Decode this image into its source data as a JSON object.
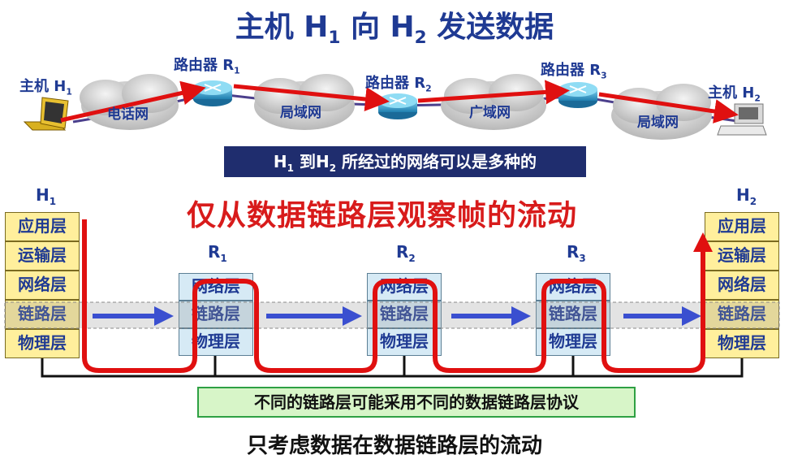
{
  "title": {
    "main": "主机 H",
    "sub1": "1",
    "mid": " 向 H",
    "sub2": "2",
    "tail": " 发送数据"
  },
  "network": {
    "host1": {
      "text": "主机 H",
      "sub": "1"
    },
    "host2": {
      "text": "主机 H",
      "sub": "2"
    },
    "router1": {
      "text": "路由器 R",
      "sub": "1"
    },
    "router2": {
      "text": "路由器 R",
      "sub": "2"
    },
    "router3": {
      "text": "路由器 R",
      "sub": "3"
    },
    "clouds": [
      "电话网",
      "局域网",
      "广域网",
      "局域网"
    ]
  },
  "banner": {
    "a": "H",
    "s1": "1",
    "b": " 到H",
    "s2": "2",
    "c": " 所经过的网络可以是多种的"
  },
  "heading": "仅从数据链路层观察帧的流动",
  "stacks": {
    "h1": {
      "label": "H",
      "sub": "1",
      "layers": [
        "应用层",
        "运输层",
        "网络层",
        "链路层",
        "物理层"
      ]
    },
    "h2": {
      "label": "H",
      "sub": "2",
      "layers": [
        "应用层",
        "运输层",
        "网络层",
        "链路层",
        "物理层"
      ]
    },
    "r1": {
      "label": "R",
      "sub": "1",
      "layers": [
        "网络层",
        "链路层",
        "物理层"
      ]
    },
    "r2": {
      "label": "R",
      "sub": "2",
      "layers": [
        "网络层",
        "链路层",
        "物理层"
      ]
    },
    "r3": {
      "label": "R",
      "sub": "3",
      "layers": [
        "网络层",
        "链路层",
        "物理层"
      ]
    }
  },
  "note": "不同的链路层可能采用不同的数据链路层协议",
  "footer": "只考虑数据在数据链路层的流动",
  "colors": {
    "path": "#e01010",
    "arrow": "#3a4fd0",
    "title": "#1f3a93",
    "banner": "#1f2d6e"
  }
}
